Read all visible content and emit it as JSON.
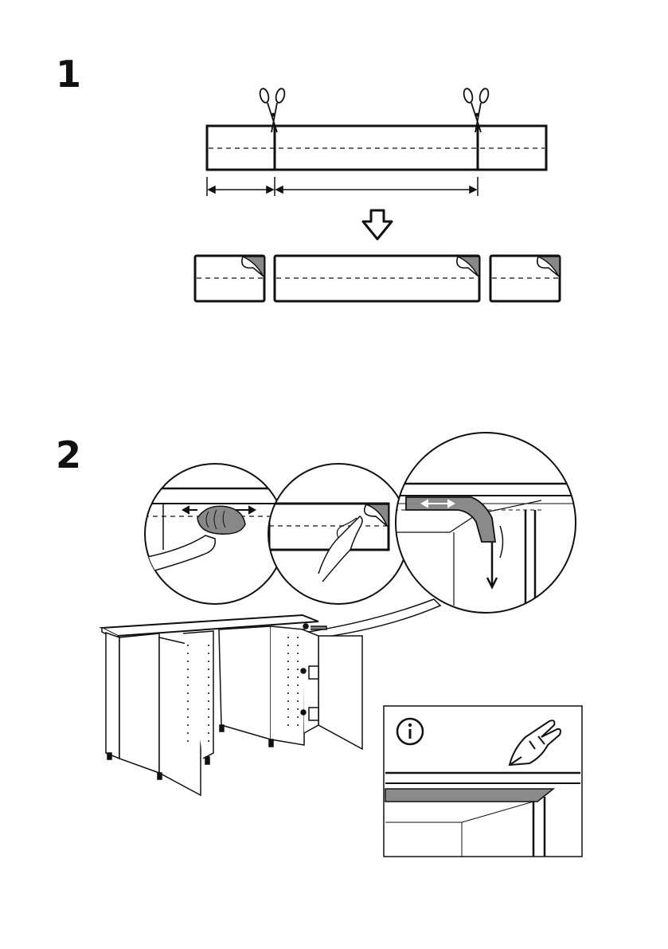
{
  "steps": [
    {
      "number": "1"
    },
    {
      "number": "2"
    }
  ],
  "step1": {
    "icons": [
      "scissors-icon",
      "scissors-icon",
      "down-arrow-icon"
    ],
    "strip_pieces": 3
  },
  "step2": {
    "icons": [
      "info-icon",
      "finger-press-icon",
      "hand-wipe-icon",
      "peel-icon",
      "downward-arrow-icon"
    ]
  },
  "colors": {
    "line": "#111111",
    "tape_gray": "#8a8a8a",
    "dark_gray": "#666666"
  }
}
